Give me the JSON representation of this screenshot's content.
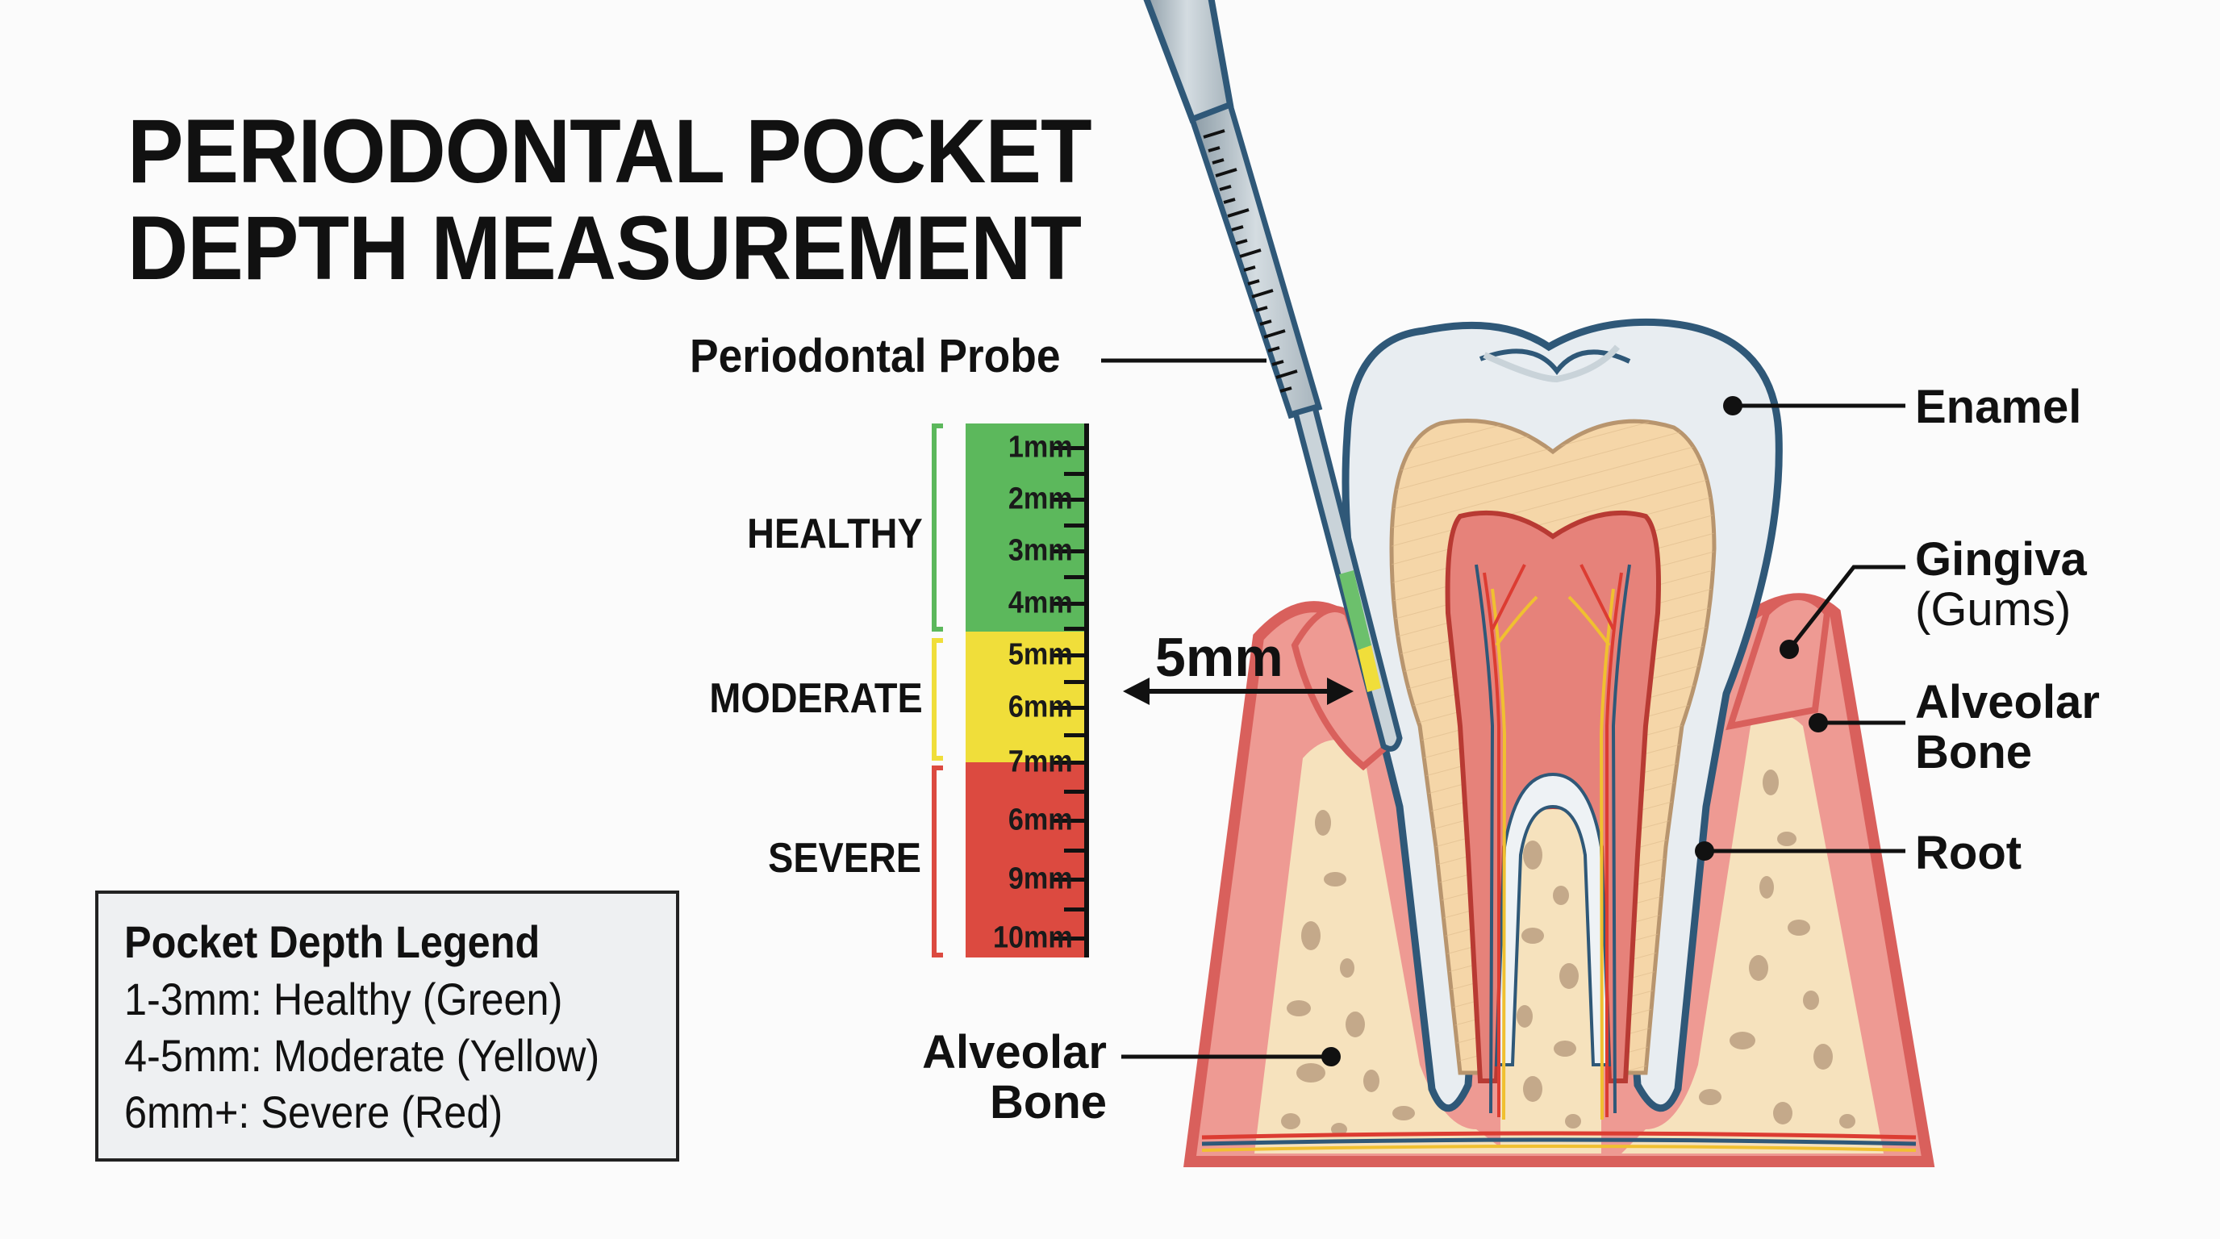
{
  "title": {
    "line1": "PERIODONTAL POCKET",
    "line2": "DEPTH MEASUREMENT"
  },
  "labels": {
    "probe": "Periodontal Probe",
    "enamel": "Enamel",
    "gingiva": "Gingiva",
    "gingiva_sub": "(Gums)",
    "alveolar_bone_right_line1": "Alveolar",
    "alveolar_bone_right_line2": "Bone",
    "root": "Root",
    "alveolar_bone_left_line1": "Alveolar",
    "alveolar_bone_left_line2": "Bone",
    "measurement": "5mm"
  },
  "scale": {
    "zones": [
      {
        "name": "HEALTHY",
        "color": "#5cb85c"
      },
      {
        "name": "MODERATE",
        "color": "#f0de3a"
      },
      {
        "name": "SEVERE",
        "color": "#dc4a40"
      }
    ],
    "marks": [
      "1mm",
      "2mm",
      "3mm",
      "4mm",
      "5mm",
      "6mm",
      "7mm",
      "6mm",
      "9mm",
      "10mm"
    ]
  },
  "legend": {
    "title": "Pocket Depth Legend",
    "items": [
      "1-3mm: Healthy (Green)",
      "4-5mm: Moderate (Yellow)",
      "6mm+: Severe (Red)"
    ]
  },
  "colors": {
    "background": "#fbfbfb",
    "enamel": "#e8edf1",
    "outline": "#2f5878",
    "dentin": "#f5d6a8",
    "pulp": "#e6827a",
    "gum": "#ee9a93",
    "gum_edge": "#d9605c",
    "bone": "#f6e2bd",
    "bone_spot": "#c4a98a",
    "probe": "#b8c4cc"
  }
}
